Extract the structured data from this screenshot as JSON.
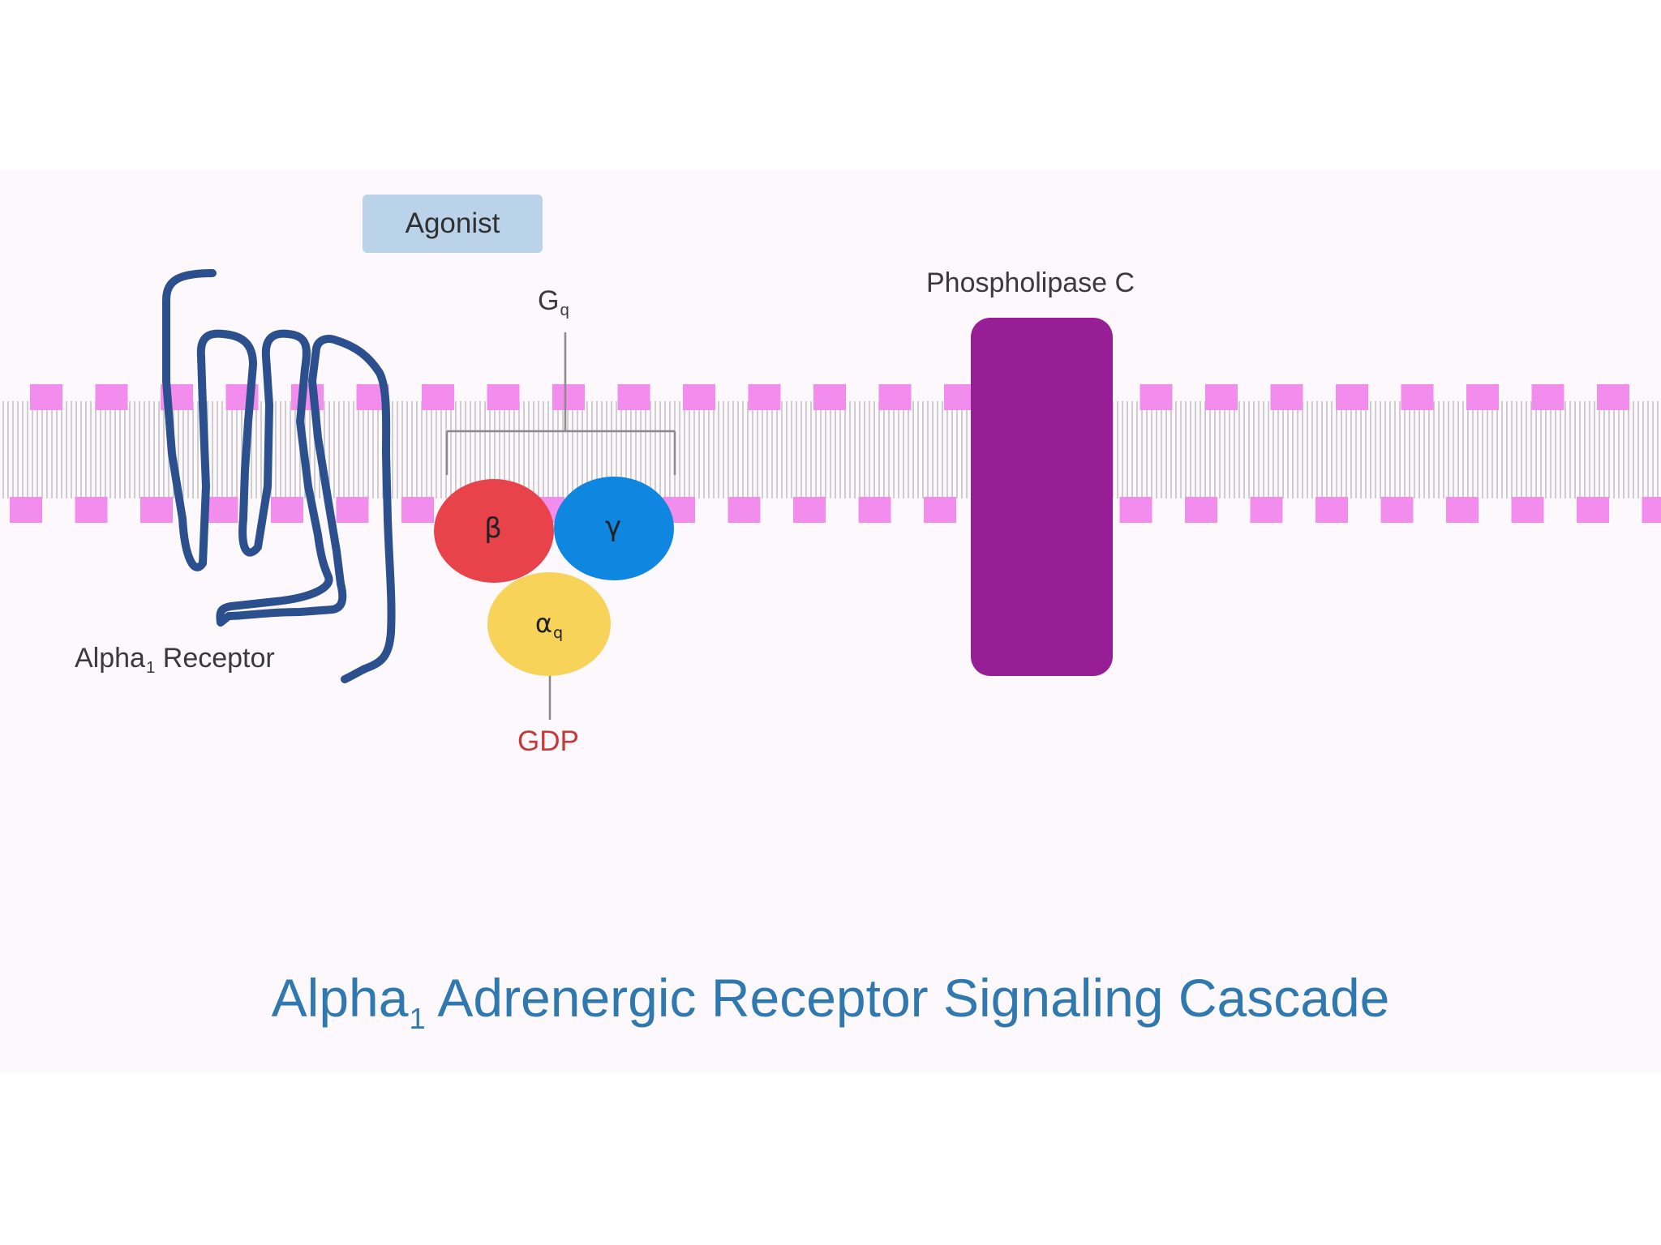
{
  "agonist": {
    "label": "Agonist"
  },
  "phospholipase": {
    "label": "Phospholipase C"
  },
  "g_protein": {
    "label": "G",
    "sub": "q"
  },
  "subunits": {
    "beta": "β",
    "gamma": "γ",
    "alpha": "α",
    "alpha_sub": "q"
  },
  "gdp": {
    "label": "GDP"
  },
  "receptor": {
    "label_main": "Alpha",
    "label_sub": "1",
    "label_rest": " Receptor"
  },
  "title": {
    "main": "Alpha",
    "sub": "1",
    "rest": " Adrenergic Receptor Signaling Cascade"
  },
  "colors": {
    "membrane_head": "#f28ded",
    "membrane_tail": "#c4c4c4",
    "receptor": "#2c4f8e",
    "beta": "#e8424a",
    "gamma": "#0f86e0",
    "alpha": "#f8d35a",
    "plc": "#981e96",
    "agonist_box": "#bad3e8",
    "title": "#2f78b0",
    "gdp": "#c43a3a"
  }
}
